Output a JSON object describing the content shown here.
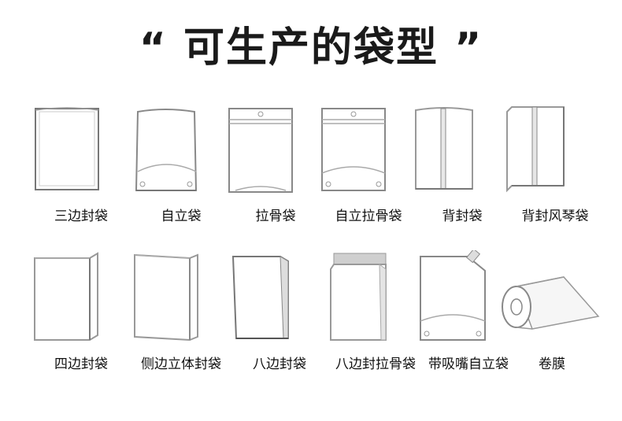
{
  "title": "“ 可生产的袋型 ”",
  "bags": [
    {
      "label": "三边封袋",
      "icon": "three-side-seal-bag-icon"
    },
    {
      "label": "自立袋",
      "icon": "stand-up-pouch-icon"
    },
    {
      "label": "拉骨袋",
      "icon": "zipper-bag-icon"
    },
    {
      "label": "自立拉骨袋",
      "icon": "stand-up-zipper-pouch-icon"
    },
    {
      "label": "背封袋",
      "icon": "back-seal-bag-icon"
    },
    {
      "label": "背封风琴袋",
      "icon": "back-seal-gusset-bag-icon"
    },
    {
      "label": "四边封袋",
      "icon": "four-side-seal-bag-icon"
    },
    {
      "label": "侧边立体封袋",
      "icon": "side-gusset-bag-icon"
    },
    {
      "label": "八边封袋",
      "icon": "eight-side-seal-bag-icon"
    },
    {
      "label": "八边封拉骨袋",
      "icon": "eight-side-seal-zipper-bag-icon"
    },
    {
      "label": "带吸嘴自立袋",
      "icon": "spout-stand-up-pouch-icon"
    },
    {
      "label": "卷膜",
      "icon": "film-roll-icon"
    }
  ]
}
